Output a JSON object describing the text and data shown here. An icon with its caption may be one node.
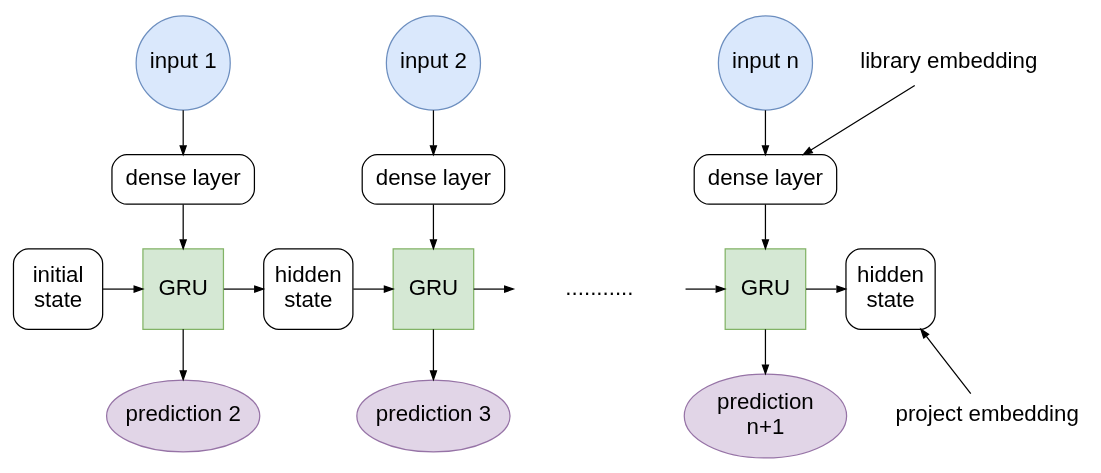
{
  "diagram": {
    "nodes": [
      {
        "text": [
          "initial state"
        ]
      },
      {
        "text": [
          "GRU"
        ]
      },
      {
        "text": [
          "hidden state"
        ]
      },
      {
        "text": [
          "GRU"
        ]
      },
      {
        "text": [
          "GRU"
        ]
      },
      {
        "text": [
          "hidden state"
        ]
      },
      {
        "text": [
          "prediction 2"
        ]
      },
      {
        "text": [
          "prediction 3"
        ]
      },
      {
        "text": [
          "prediction n+1"
        ]
      },
      {
        "text": [
          "dense layer"
        ]
      },
      {
        "text": [
          "dense layer"
        ]
      },
      {
        "text": [
          "dense layer"
        ]
      },
      {
        "text": [
          "input 1"
        ]
      },
      {
        "text": [
          "input 2"
        ]
      },
      {
        "text": [
          "input n"
        ]
      },
      {
        "text": [
          "project embedding"
        ]
      },
      {
        "text": [
          "library embedding"
        ]
      }
    ],
    "edges": [
      {
        "from": 0,
        "to": 1,
        "arrow": "to"
      },
      {
        "from": 1,
        "to": 2,
        "arrow": "to"
      },
      {
        "from": 2,
        "to": 3,
        "arrow": "to"
      },
      {
        "from": 3,
        "to": null,
        "arrow": "to"
      },
      {
        "from": null,
        "to": 4,
        "arrow": "to"
      },
      {
        "from": 4,
        "to": 5,
        "arrow": "to"
      },
      {
        "from": 1,
        "to": 6,
        "arrow": "to"
      },
      {
        "from": 3,
        "to": 7,
        "arrow": "to"
      },
      {
        "from": 4,
        "to": 8,
        "arrow": "to"
      },
      {
        "from": 9,
        "to": 1,
        "arrow": "to"
      },
      {
        "from": 10,
        "to": 3,
        "arrow": "to"
      },
      {
        "from": 11,
        "to": 4,
        "arrow": "to"
      },
      {
        "from": 12,
        "to": 9,
        "arrow": "to"
      },
      {
        "from": 13,
        "to": 10,
        "arrow": "to"
      },
      {
        "from": 14,
        "to": 11,
        "arrow": "to"
      },
      {
        "from": 15,
        "to": 5,
        "arrow": "to"
      },
      {
        "from": 16,
        "to": 11,
        "arrow": "to"
      }
    ],
    "labels": [
      "..........."
    ]
  }
}
